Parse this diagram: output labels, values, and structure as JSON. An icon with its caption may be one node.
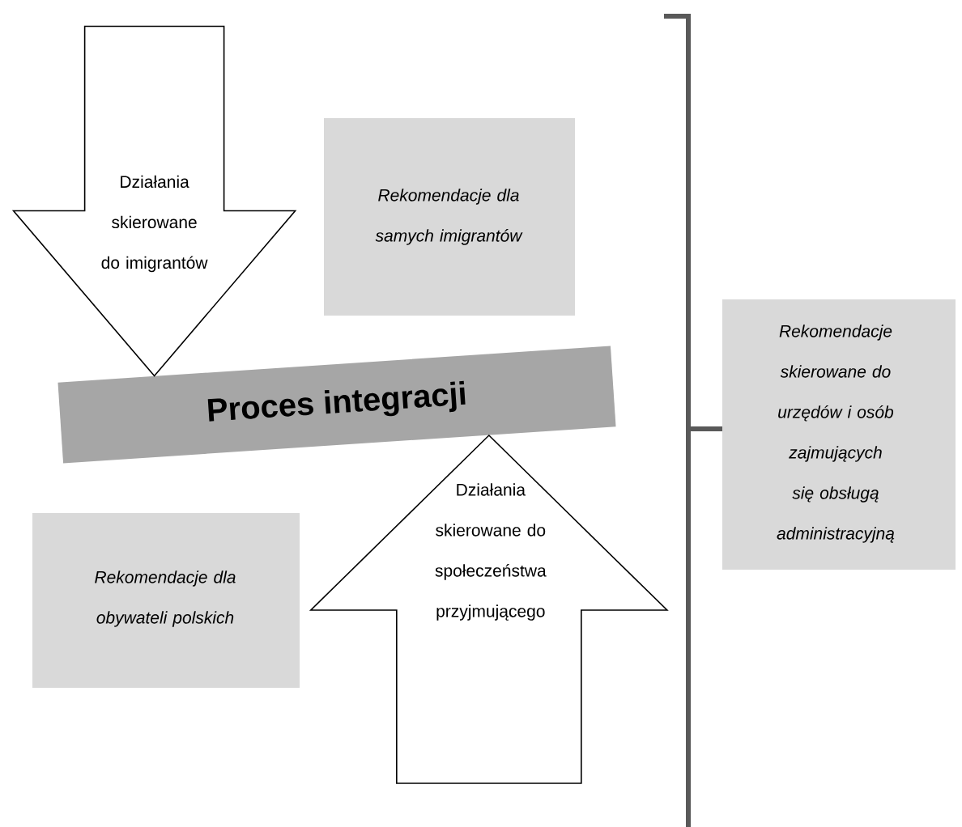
{
  "diagram": {
    "nodes": [
      {
        "text": [
          "Rekomendacje dla samych imigrantów"
        ]
      },
      {
        "text": [
          "Proces integracji"
        ]
      },
      {
        "text": [
          "Rekomendacje dla obywateli polskich"
        ]
      },
      {
        "text": [
          "Rekomendacje skierowane do urzędów i osób zajmujących się obsługą administracyjną"
        ]
      }
    ],
    "edges": [
      {
        "from": null,
        "to": 1,
        "arrow": "to",
        "label": "Działania skierowane do imigrantów"
      },
      {
        "from": null,
        "to": 1,
        "arrow": "to",
        "label": "Działania skierowane do społeczeństwa przyjmującego"
      }
    ]
  }
}
